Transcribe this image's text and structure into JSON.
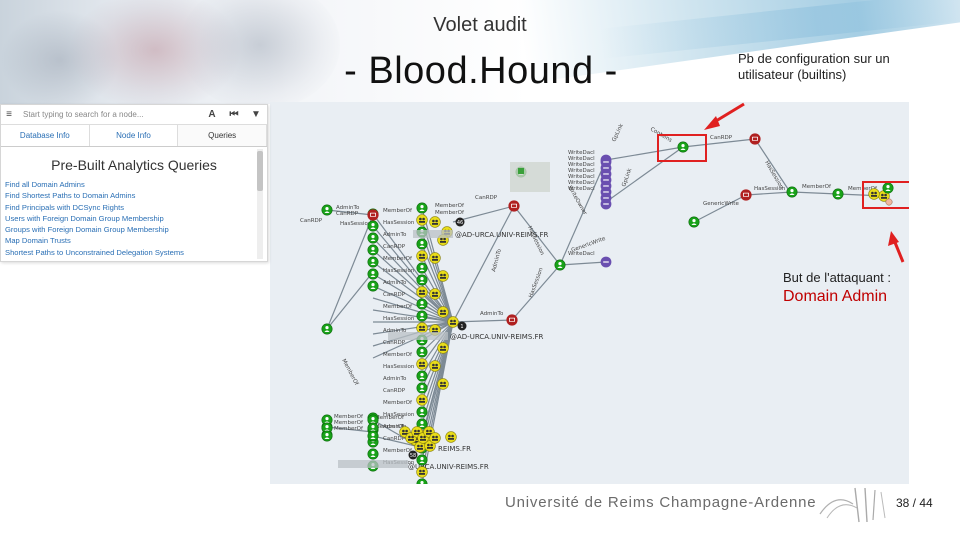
{
  "slide": {
    "subtitle": "Volet audit",
    "title": "- Blood.Hound -",
    "callout_top": "Pb de configuration sur un utilisateur (builtins)",
    "callout_bottom_line1": "But de l'attaquant :",
    "callout_bottom_line2": "Domain Admin",
    "footer_university": "Université de Reims Champagne-Ardenne",
    "page_number": "38 / 44"
  },
  "panel": {
    "search_placeholder": "Start typing to search for a node...",
    "tabs": [
      {
        "label": "Database Info"
      },
      {
        "label": "Node Info"
      },
      {
        "label": "Queries"
      }
    ],
    "queries_title": "Pre-Built Analytics Queries",
    "queries": [
      "Find all Domain Admins",
      "Find Shortest Paths to Domain Admins",
      "Find Principals with DCSync Rights",
      "Users with Foreign Domain Group Membership",
      "Groups with Foreign Domain Group Membership",
      "Map Domain Trusts",
      "Shortest Paths to Unconstrained Delegation Systems"
    ]
  },
  "graph": {
    "edge_labels": {
      "admin_to": "AdminTo",
      "can_rdp": "CanRDP",
      "has_session": "HasSession",
      "member_of": "MemberOf",
      "write_dacl": "WriteDacl",
      "write_owner": "WriteOwner",
      "generic_write": "GenericWrite",
      "gp_link": "GpLink",
      "contains": "Contains"
    },
    "node_labels": {
      "domain_top": "@AD-URCA.UNIV-REIMS.FR",
      "domain_mid": "@AD-URCA.UNIV-REIMS.FR",
      "domain_low": "REIMS.FR",
      "domain_bottom": "@URCA.UNIV-REIMS.FR"
    },
    "badge_counts": [
      "46",
      "1",
      "58"
    ],
    "colors": {
      "user": "#18a218",
      "group": "#e8dc1a",
      "computer": "#b02020",
      "gpo": "#6a4fb0",
      "highlight": "#e02020"
    }
  }
}
